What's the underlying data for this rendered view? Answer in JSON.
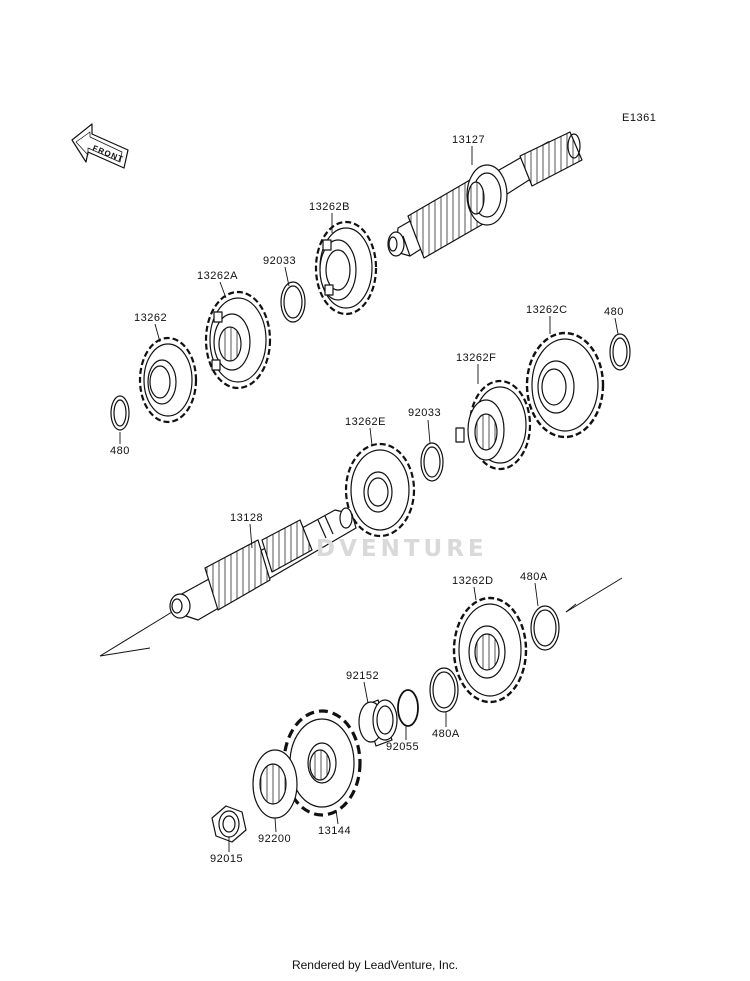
{
  "diagram": {
    "code": "E1361",
    "direction_label": "FRONT",
    "watermark": "DVENTURE",
    "footer": "Rendered by LeadVenture, Inc.",
    "parts": [
      {
        "id": "13127",
        "text": "13127"
      },
      {
        "id": "13262B",
        "text": "13262B"
      },
      {
        "id": "92033_upper",
        "text": "92033"
      },
      {
        "id": "13262A",
        "text": "13262A"
      },
      {
        "id": "13262",
        "text": "13262"
      },
      {
        "id": "480_left",
        "text": "480"
      },
      {
        "id": "13262C",
        "text": "13262C"
      },
      {
        "id": "480_right",
        "text": "480"
      },
      {
        "id": "13262F",
        "text": "13262F"
      },
      {
        "id": "92033_lower",
        "text": "92033"
      },
      {
        "id": "13262E",
        "text": "13262E"
      },
      {
        "id": "13128",
        "text": "13128"
      },
      {
        "id": "13262D",
        "text": "13262D"
      },
      {
        "id": "480A_top",
        "text": "480A"
      },
      {
        "id": "92152",
        "text": "92152"
      },
      {
        "id": "92055",
        "text": "92055"
      },
      {
        "id": "480A_bottom",
        "text": "480A"
      },
      {
        "id": "13144",
        "text": "13144"
      },
      {
        "id": "92200",
        "text": "92200"
      },
      {
        "id": "92015",
        "text": "92015"
      }
    ]
  }
}
